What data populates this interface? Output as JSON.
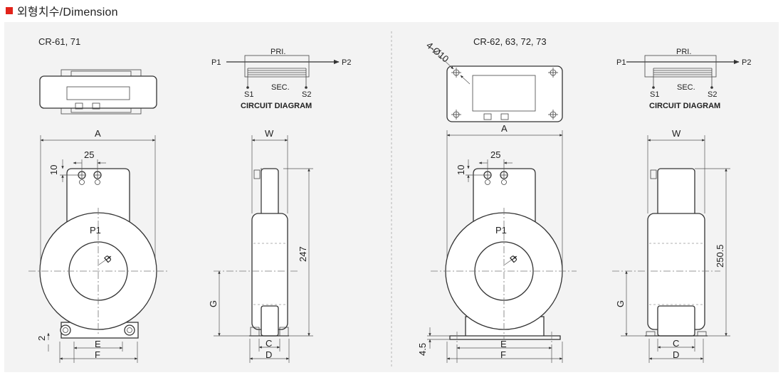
{
  "header": {
    "title": "외형치수/Dimension"
  },
  "left": {
    "model": "CR-61, 71",
    "circuit": {
      "pri": "PRI.",
      "sec": "SEC.",
      "p1": "P1",
      "p2": "P2",
      "s1": "S1",
      "s2": "S2",
      "caption": "CIRCUIT DIAGRAM"
    },
    "dims": {
      "a": "A",
      "spacing": "25",
      "top": "10",
      "bottom_gap": "2",
      "e": "E",
      "f": "F",
      "w": "W",
      "height": "247",
      "g": "G",
      "c": "C",
      "d": "D",
      "b": "B",
      "p1": "P1"
    }
  },
  "right": {
    "model": "CR-62, 63, 72, 73",
    "hole": "4-Ø10",
    "circuit": {
      "pri": "PRI.",
      "sec": "SEC.",
      "p1": "P1",
      "p2": "P2",
      "s1": "S1",
      "s2": "S2",
      "caption": "CIRCUIT DIAGRAM"
    },
    "dims": {
      "a": "A",
      "spacing": "25",
      "top": "10",
      "base": "4.5",
      "e": "E",
      "f": "F",
      "w": "W",
      "height": "250.5",
      "g": "G",
      "c": "C",
      "d": "D",
      "b": "B",
      "p1": "P1"
    }
  }
}
